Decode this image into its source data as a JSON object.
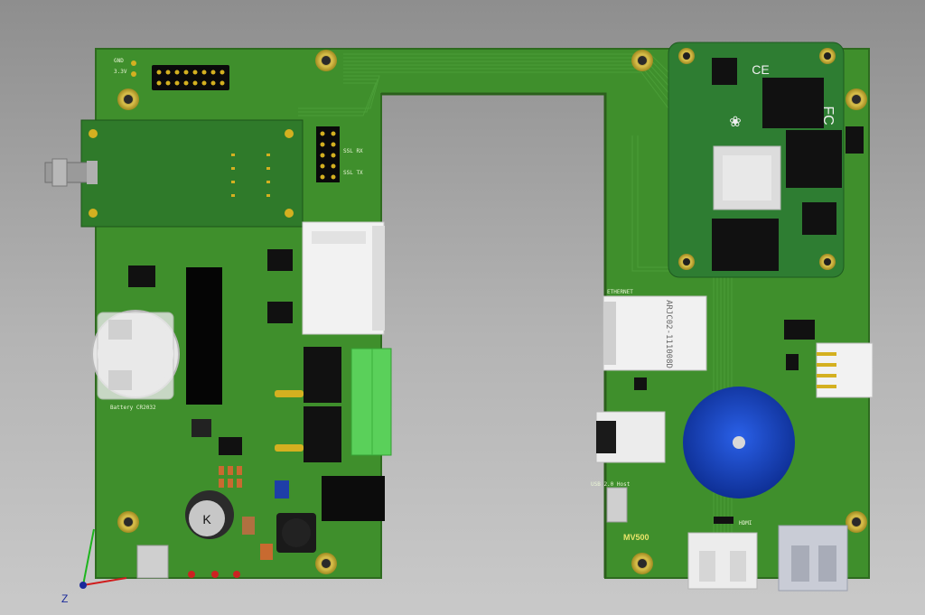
{
  "viewer": {
    "axis_z_label": "Z"
  },
  "board": {
    "silkscreen": {
      "gnd": "GND",
      "v33": "3.3V",
      "battery": "Battery CR2032",
      "ethernet": "ETHERNET",
      "ethernet_part": "ARJC02-111008D",
      "model": "MV500",
      "ssl_rx": "SSL RX",
      "ssl_tx": "SSL TX",
      "hdmi": "HDMI",
      "usb_label": "USB 2.0 Host",
      "ce_mark": "CE",
      "fc_mark": "FC",
      "inductor_marking": "K"
    },
    "colors": {
      "pcb": "#3f8f2c",
      "pcb_edge": "#2e6b1f",
      "module": "#2f7a2a",
      "rpi_cm": "#2e7d32",
      "buzzer": "#1746c9",
      "terminal": "#5ad05a",
      "gold": "#d4b020"
    }
  }
}
